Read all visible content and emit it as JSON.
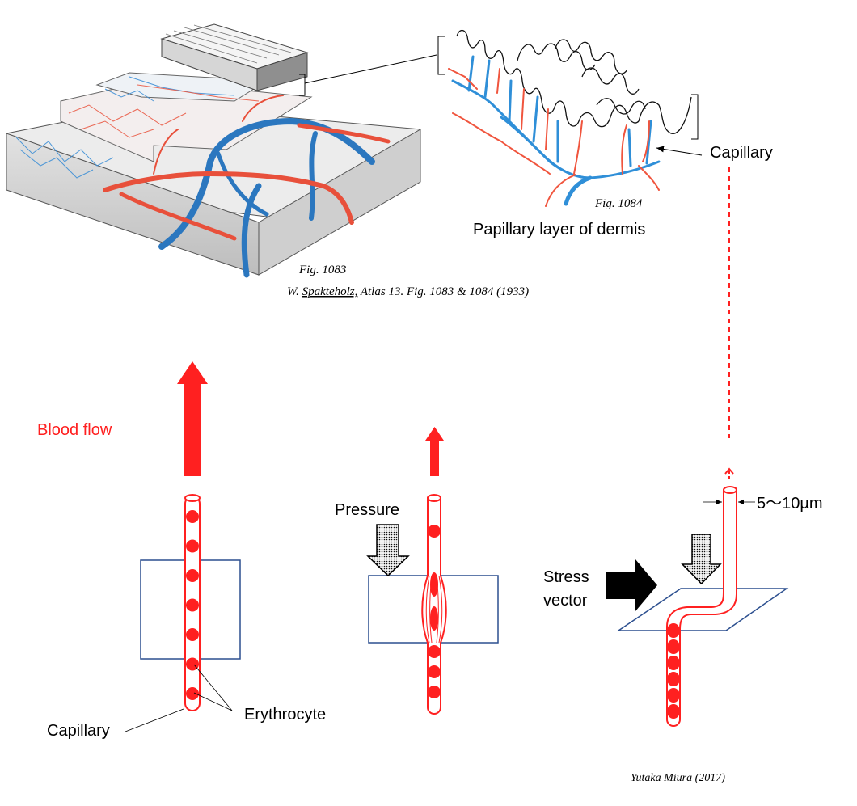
{
  "colors": {
    "red": "#ff2020",
    "artery": "#f0553e",
    "vein": "#2f8fd8",
    "vein_dark": "#1f5f9a",
    "tissue_box": "#2c4f8f",
    "black": "#000000",
    "block_gray": "#d9d9d9"
  },
  "figure_1083": {
    "label": "Fig. 1083",
    "citation_prefix": "W. ",
    "citation_author": "Spakteholz,",
    "citation_rest": " Atlas 13. Fig. 1083 & 1084 (1933)"
  },
  "figure_1084": {
    "label": "Fig. 1084",
    "title": "Papillary layer of dermis",
    "capillary_label": "Capillary"
  },
  "panel_normal": {
    "flow_label": "Blood flow",
    "capillary_label": "Capillary",
    "erythrocyte_label": "Erythrocyte",
    "erythrocyte_count": 7
  },
  "panel_pressure": {
    "pressure_label": "Pressure",
    "erythrocyte_count_upper": 1,
    "erythrocyte_count_squeezed": 2,
    "erythrocyte_count_lower": 3
  },
  "panel_stress": {
    "stress_label_line1": "Stress",
    "stress_label_line2": "vector",
    "diameter_label": "5〜10µm",
    "erythrocyte_count": 6
  },
  "credit": "Yutaka Miura (2017)"
}
